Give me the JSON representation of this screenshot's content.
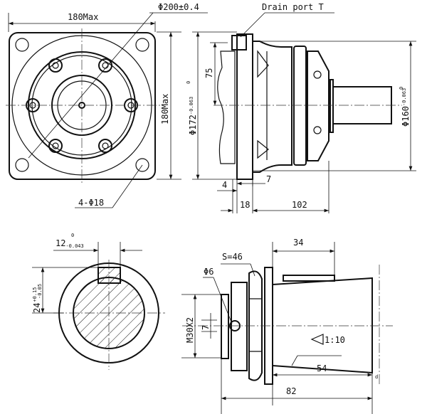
{
  "title": "Hydraulic motor dimension drawing",
  "front_view": {
    "width_label": "180Max",
    "height_label": "180Max",
    "bolt_circle_label": "Φ200±0.4",
    "mount_holes_label": "4-Φ18"
  },
  "side_view": {
    "drain_port_label": "Drain port T",
    "pilot_dia_label": "Φ172",
    "pilot_tol_upper": "0",
    "pilot_tol_lower": "-0.063",
    "offset_label": "75",
    "body_dia_label": "Φ160",
    "body_tol_upper": "0",
    "body_tol_lower": "-0.063",
    "dim_4": "4",
    "dim_7": "7",
    "dim_18": "18",
    "dim_102": "102"
  },
  "key_section": {
    "key_width_label": "12",
    "key_width_tol_upper": "0",
    "key_width_tol_lower": "-0.043",
    "key_height_label": "24",
    "key_height_tol_upper": "+0.15",
    "key_height_tol_lower": "-0.05"
  },
  "shaft_view": {
    "dim_34": "34",
    "nut_label": "S=46",
    "pin_label": "Φ6",
    "thread_label": "M30X2",
    "dim_7": "7",
    "taper_label": "1:10",
    "dim_54": "54",
    "dim_82": "82",
    "datum_label": "d"
  }
}
